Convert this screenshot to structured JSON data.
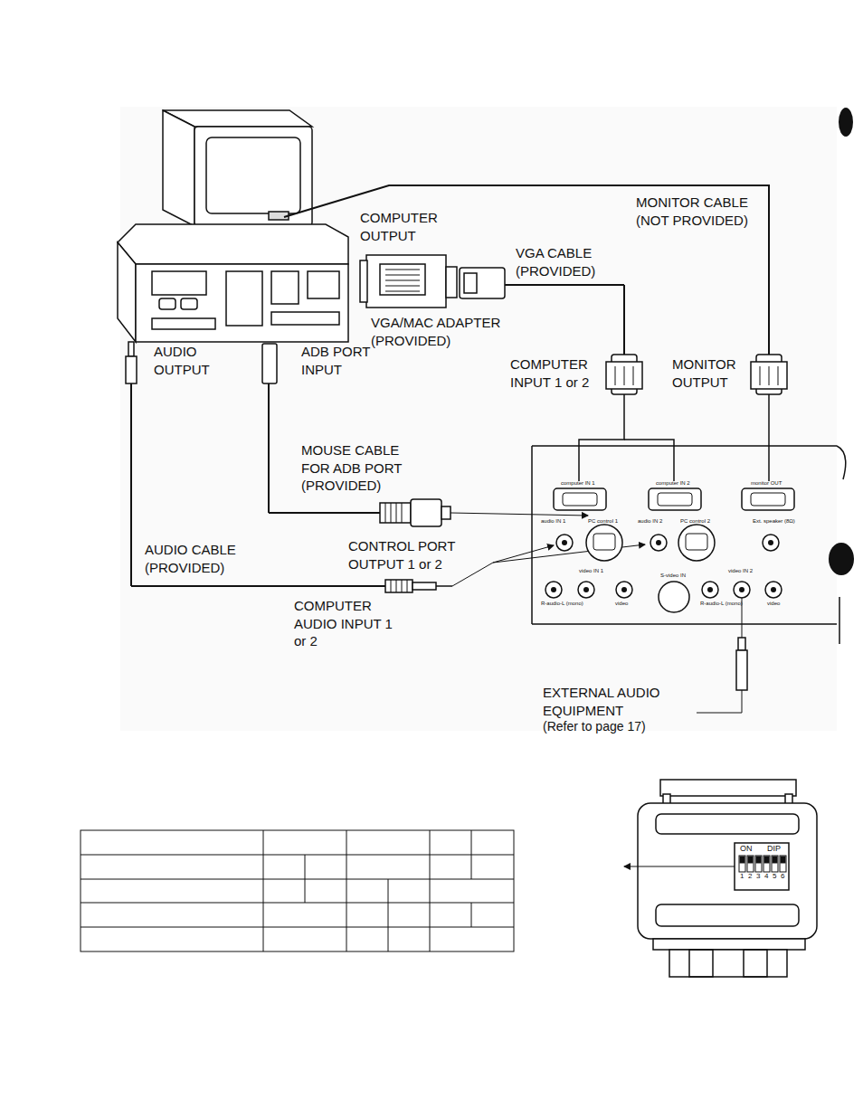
{
  "diagram": {
    "labels": [
      "MONITOR CABLE (NOT PROVIDED)",
      "COMPUTER OUTPUT",
      "VGA CABLE (PROVIDED)",
      "VGA/MAC ADAPTER (PROVIDED)",
      "AUDIO OUTPUT",
      "ADB PORT INPUT",
      "COMPUTER INPUT 1 or 2",
      "MONITOR OUTPUT",
      "MOUSE CABLE FOR ADB PORT (PROVIDED)",
      "AUDIO CABLE (PROVIDED)",
      "CONTROL PORT OUTPUT 1 or 2",
      "COMPUTER AUDIO INPUT 1 or 2",
      "EXTERNAL AUDIO EQUIPMENT",
      "(Refer to page 17)",
      "ON",
      "DIP",
      "1",
      "2",
      "3",
      "4",
      "5",
      "6",
      "computer IN 1",
      "computer IN 2",
      "monitor OUT",
      "audio IN 1",
      "PC control 1",
      "audio IN 2",
      "PC control 2",
      "Ext. speaker (8Ω)",
      "video IN 1",
      "S-video IN",
      "video IN 2",
      "R-audio-L (mono)",
      "video",
      "R-audio-L (mono)",
      "video"
    ]
  }
}
